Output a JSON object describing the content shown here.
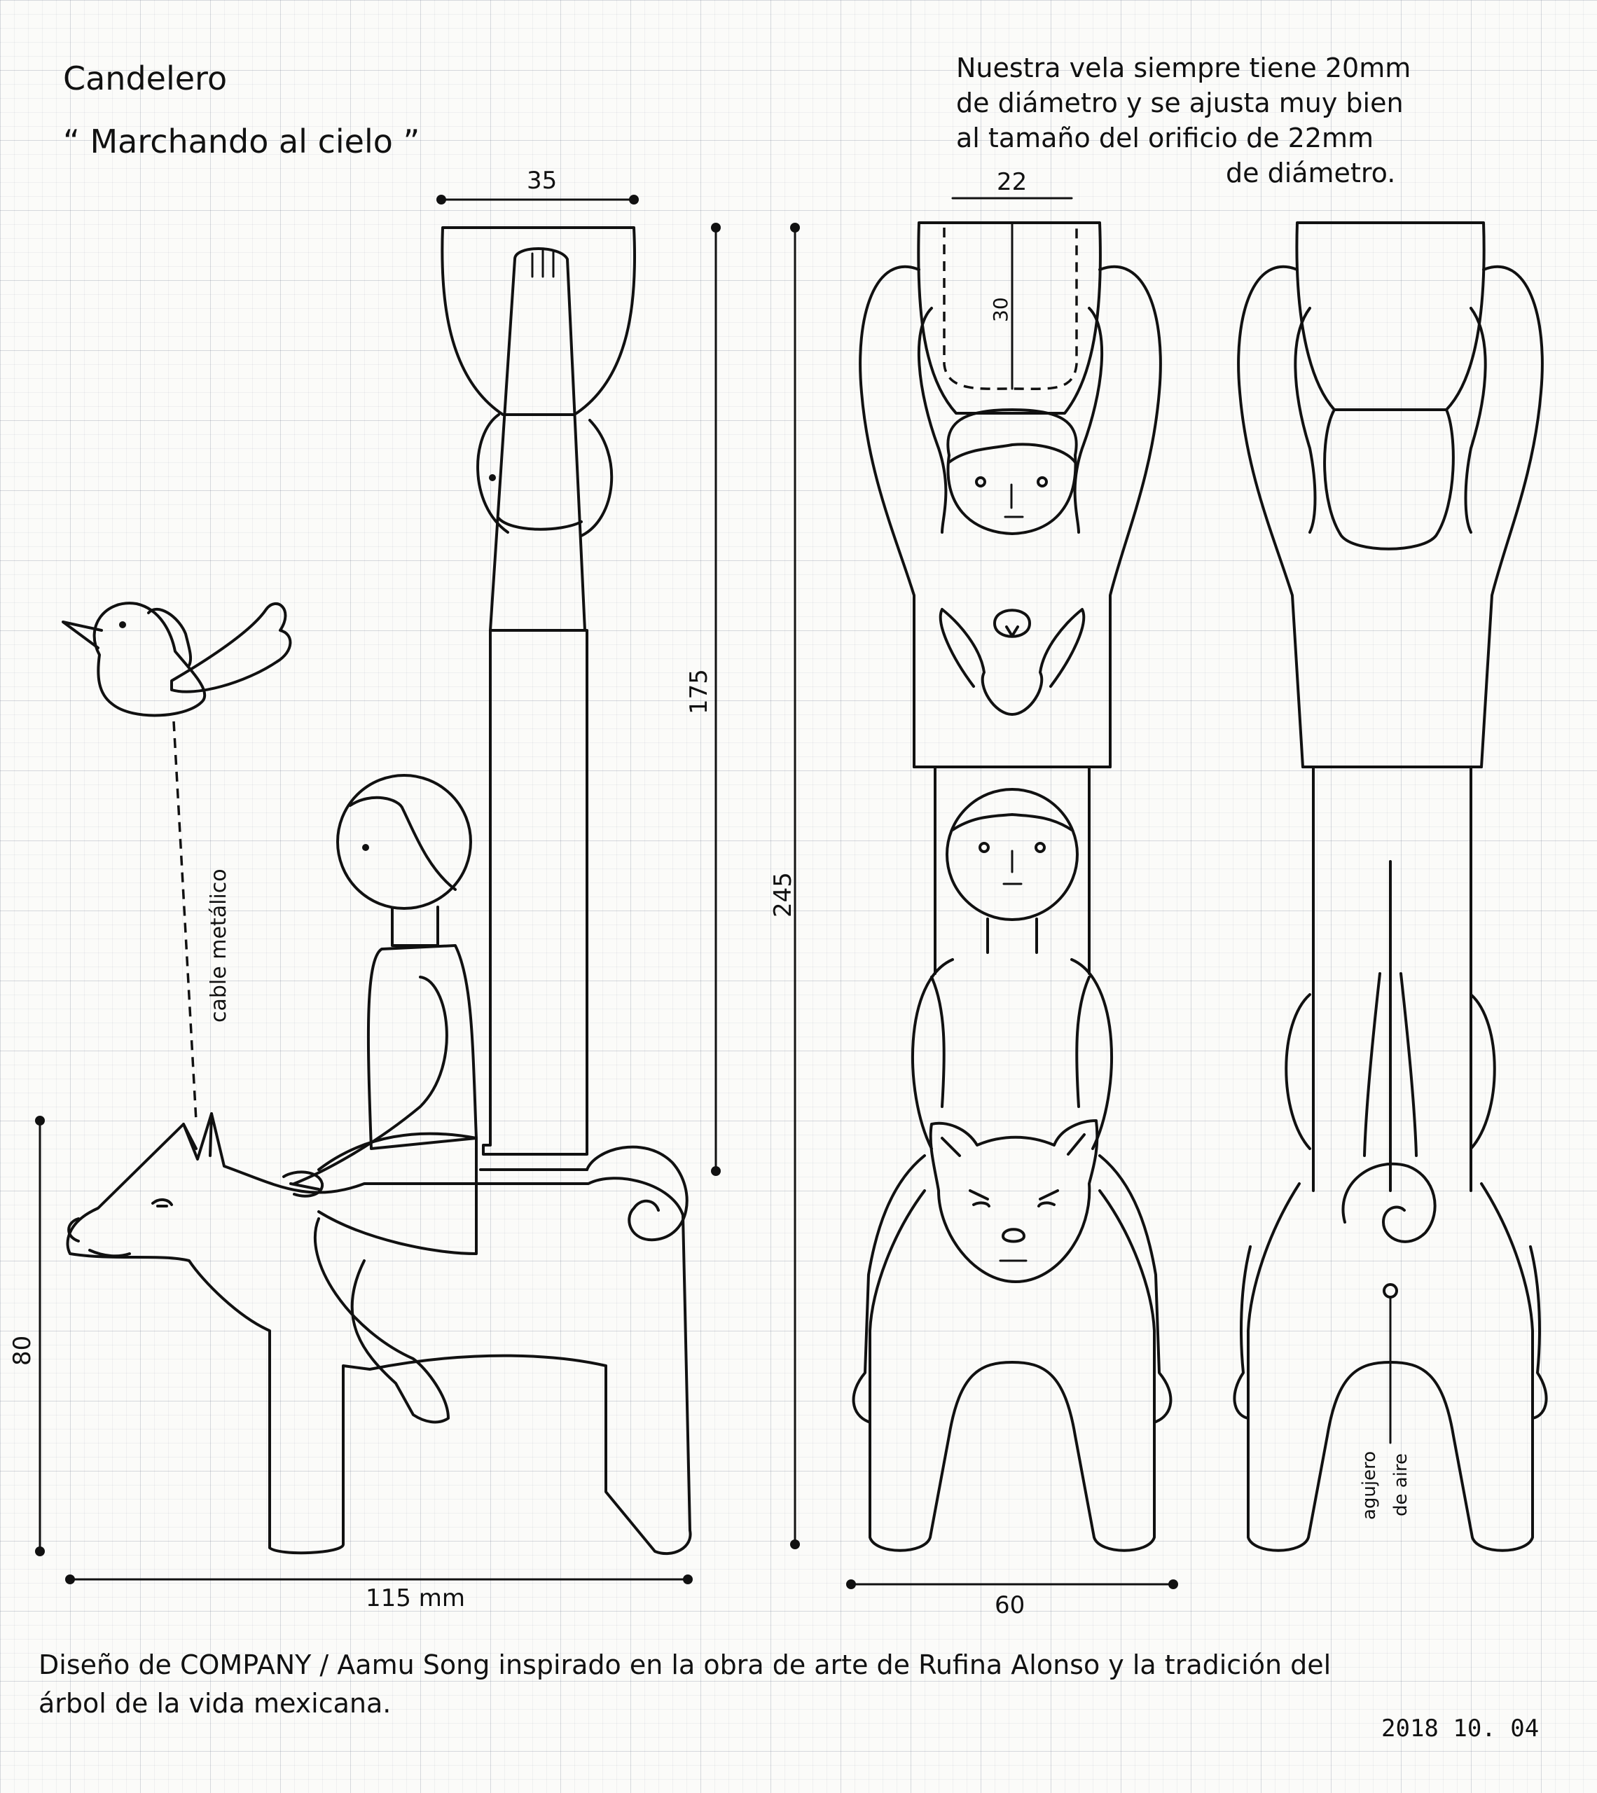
{
  "title": "Candelero",
  "subtitle": "“ Marchando al cielo ”",
  "note_lines": [
    "Nuestra vela siempre tiene 20mm",
    "de diámetro y se ajusta muy bien",
    "al tamaño del orificio de 22mm",
    "de diámetro."
  ],
  "dimensions": {
    "top_width": "35",
    "hole_diameter": "22",
    "hole_depth": "30",
    "upper_height": "175",
    "total_height": "245",
    "animal_height": "80",
    "length": "115 mm",
    "front_width": "60"
  },
  "labels": {
    "cable": "cable metálico",
    "air_hole_1": "agujero",
    "air_hole_2": "de aire"
  },
  "credit_lines": [
    "Diseño de COMPANY / Aamu Song inspirado en la obra de arte de Rufina Alonso y la tradición del",
    "árbol de la vida mexicana."
  ],
  "date": "2018 10. 04"
}
